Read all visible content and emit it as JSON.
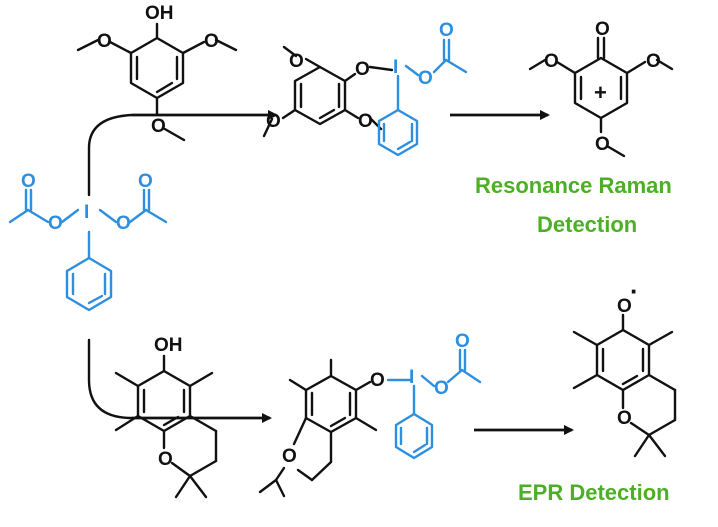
{
  "diagram": {
    "atoms": {
      "hydroxyl": "OH",
      "oxygen": "O",
      "iodine": "I",
      "cation_plus": "+",
      "radical_dot": "·"
    },
    "detections": {
      "top_line1": "Resonance Raman",
      "top_line2": "Detection",
      "bottom": "EPR Detection"
    },
    "colors": {
      "reagent": "#2e8fde",
      "detection_text": "#4caf26",
      "bonds": "#111111"
    }
  }
}
